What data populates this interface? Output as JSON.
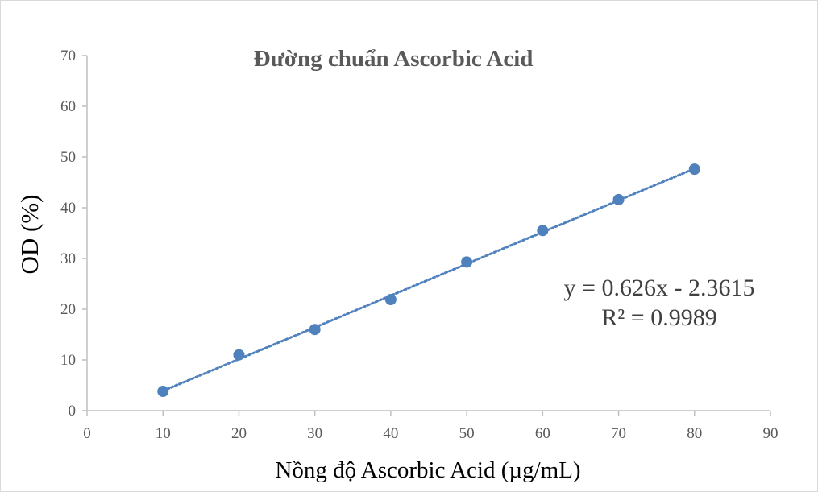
{
  "chart_data": {
    "type": "scatter",
    "title": "Đường chuẩn Ascorbic Acid",
    "xlabel": "Nồng độ Ascorbic Acid (µg/mL)",
    "ylabel": "OD (%)",
    "xlim": [
      0,
      90
    ],
    "ylim": [
      0,
      70
    ],
    "xticks": [
      "0",
      "10",
      "20",
      "30",
      "40",
      "50",
      "60",
      "70",
      "80",
      "90"
    ],
    "yticks": [
      "0",
      "10",
      "20",
      "30",
      "40",
      "50",
      "60",
      "70"
    ],
    "grid": false,
    "legend": "none",
    "series": [
      {
        "x": [
          10,
          20,
          30,
          40,
          50,
          60,
          70,
          80
        ],
        "y": [
          3.8,
          11.0,
          16.0,
          21.9,
          29.3,
          35.5,
          41.6,
          47.6
        ],
        "color": "#4f81bd"
      }
    ],
    "trendline": {
      "slope": 0.626,
      "intercept": -2.3615,
      "style": "dotted",
      "color": "#4f81bd"
    },
    "annotations": {
      "equation": "y = 0.626x - 2.3615",
      "r_squared": "R² = 0.9989"
    }
  },
  "colors": {
    "series": "#4f81bd",
    "axis": "#bfbfbf",
    "tick_text": "#595959"
  }
}
